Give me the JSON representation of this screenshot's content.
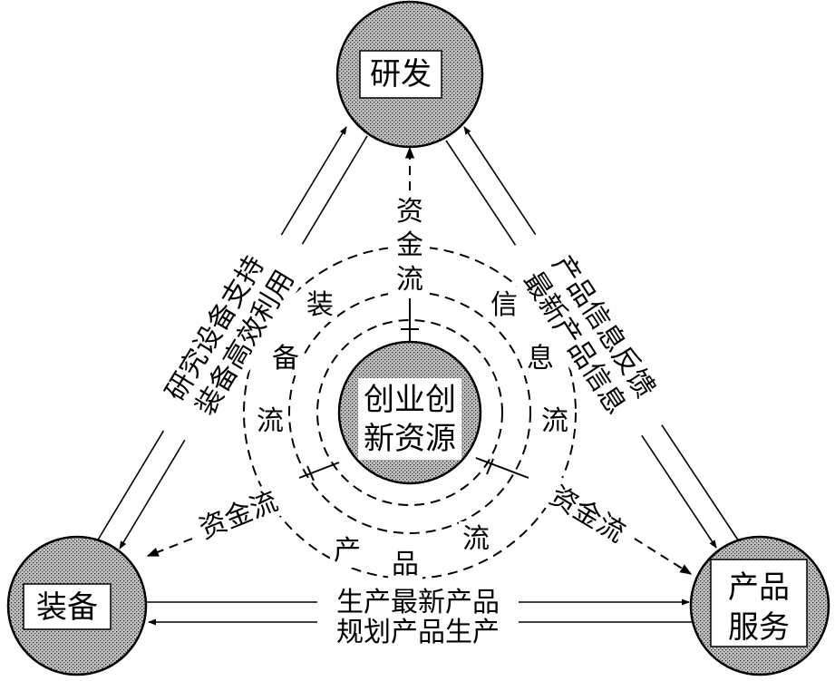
{
  "nodes": {
    "top": "研发",
    "left": "装备",
    "right_line1": "产品",
    "right_line2": "服务",
    "center_line1": "创业创",
    "center_line2": "新资源"
  },
  "edges": {
    "left_outer": "研究设备支持",
    "left_inner": "装备高效利用",
    "right_outer": "产品信息反馈",
    "right_inner": "最新产品信息",
    "bottom_upper": "生产最新产品",
    "bottom_lower": "规划产品生产"
  },
  "flows": {
    "capital_top": [
      "资",
      "金",
      "流"
    ],
    "equipment": [
      "装",
      "备",
      "流"
    ],
    "information": [
      "信",
      "息",
      "流"
    ],
    "product": [
      "产",
      "品",
      "流"
    ],
    "capital_left": "资金流",
    "capital_right": "资金流"
  },
  "colors": {
    "node_fill": "#b0b0b0",
    "stroke": "#000000",
    "background": "#ffffff"
  }
}
